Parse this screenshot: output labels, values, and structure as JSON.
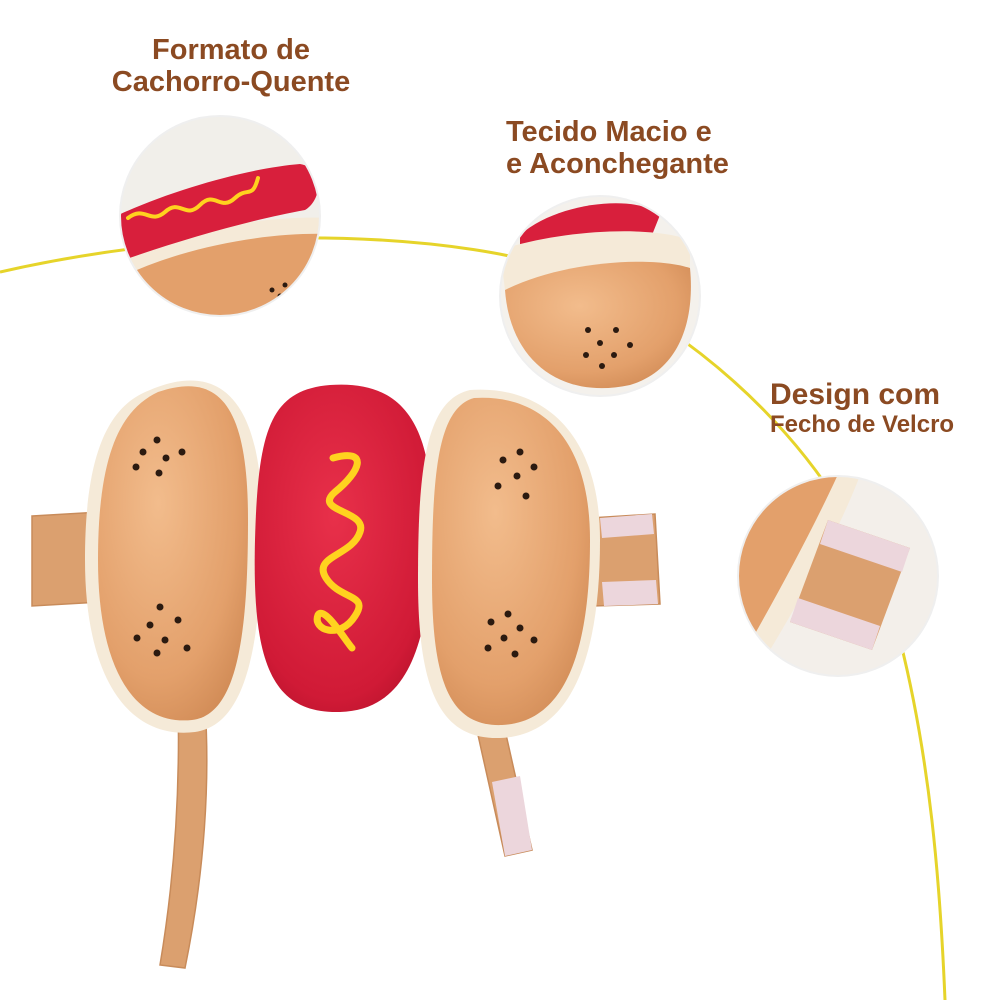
{
  "features": [
    {
      "id": "shape",
      "line1": "Formato de",
      "line2": "Cachorro-Quente"
    },
    {
      "id": "fabric",
      "line1": "Tecido Macio e",
      "line2": "e Aconchegante"
    },
    {
      "id": "velcro",
      "line1": "Design com",
      "line2": "Fecho de Velcro"
    }
  ],
  "colors": {
    "label_text": "#8b4a22",
    "guide_curve": "#e6d42a",
    "bun": "#e8a877",
    "bun_trim": "#f5ead8",
    "sausage": "#d81f3c",
    "mustard": "#ffd21f",
    "velcro_strip": "#ecd6dc"
  }
}
